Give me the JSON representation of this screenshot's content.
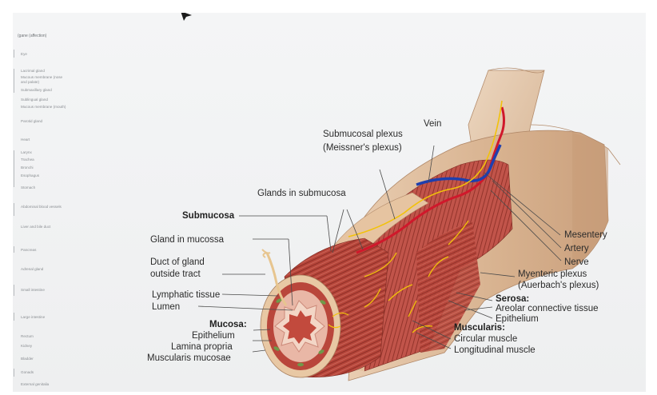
{
  "sidebar": {
    "title": "(gane (affection)",
    "items": [
      "Eye",
      "Lacrimal gland",
      "Mucous membrane (nose and palate)",
      "Submaxillary gland",
      "Sublingual gland",
      "Mucous membrane (mouth)",
      "Parotid gland",
      "Heart",
      "Larynx",
      "Trachea",
      "Bronchi",
      "Esophagus",
      "Stomach",
      "Abdominal blood vessels",
      "Liver and bile duct",
      "Pancreas",
      "Adrenal gland",
      "Small intestine",
      "Large intestine",
      "Rectum",
      "Kidney",
      "Bladder",
      "Gonads",
      "External genitalia"
    ]
  },
  "labels": {
    "vein": "Vein",
    "submucosal_plexus": "Submucosal plexus",
    "meissner": "(Meissner's plexus)",
    "glands_in_submucosa": "Glands in submucosa",
    "submucosa": "Submucosa",
    "gland_in_mucosa": "Gland in mucossa",
    "duct_line1": "Duct of gland",
    "duct_line2": "outside tract",
    "lymphatic": "Lymphatic tissue",
    "lumen": "Lumen",
    "mucosa_heading": "Mucosa:",
    "epithelium": "Epithelium",
    "lamina_propria": "Lamina propria",
    "muscularis_mucosae": "Muscularis mucosae",
    "mesentery": "Mesentery",
    "artery": "Artery",
    "nerve": "Nerve",
    "myenteric_plexus": "Myenteric plexus",
    "auerbach": "(Auerbach's plexus)",
    "serosa_heading": "Serosa:",
    "areolar": "Areolar connective tissue",
    "serosa_epithelium": "Epithelium",
    "muscularis_heading": "Muscularis:",
    "circular_muscle": "Circular muscle",
    "longitudinal_muscle": "Longitudinal muscle"
  },
  "colors": {
    "muscle": "#b6453a",
    "muscle_dark": "#8e2f27",
    "serosa": "#dcb89a",
    "submucosa": "#e8c7a4",
    "artery": "#d0182b",
    "vein": "#1e3fae",
    "nerve": "#f2c20a"
  }
}
